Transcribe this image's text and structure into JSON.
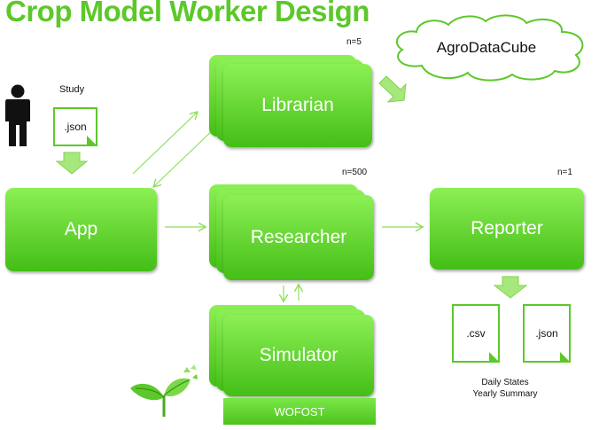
{
  "title": "Crop Model Worker Design",
  "actor": {
    "label": "Study",
    "file": ".json"
  },
  "cloud": {
    "label": "AgroDataCube"
  },
  "librarian": {
    "label": "Librarian",
    "count": "n=5"
  },
  "app": {
    "label": "App"
  },
  "researcher": {
    "label": "Researcher",
    "count": "n=500"
  },
  "reporter": {
    "label": "Reporter",
    "count": "n=1"
  },
  "simulator": {
    "label": "Simulator",
    "engine": "WOFOST"
  },
  "outputs": {
    "files": [
      ".csv",
      ".json"
    ],
    "summary_line1": "Daily States",
    "summary_line2": "Yearly Summary"
  },
  "colors": {
    "brand_green": "#5cc82a",
    "box_top": "#8cf055",
    "box_bottom": "#44be16",
    "arrow": "#8ee05a"
  },
  "icons": [
    "person-icon",
    "sprout-icon",
    "cloud-icon",
    "document-icon",
    "arrow-down-icon"
  ]
}
